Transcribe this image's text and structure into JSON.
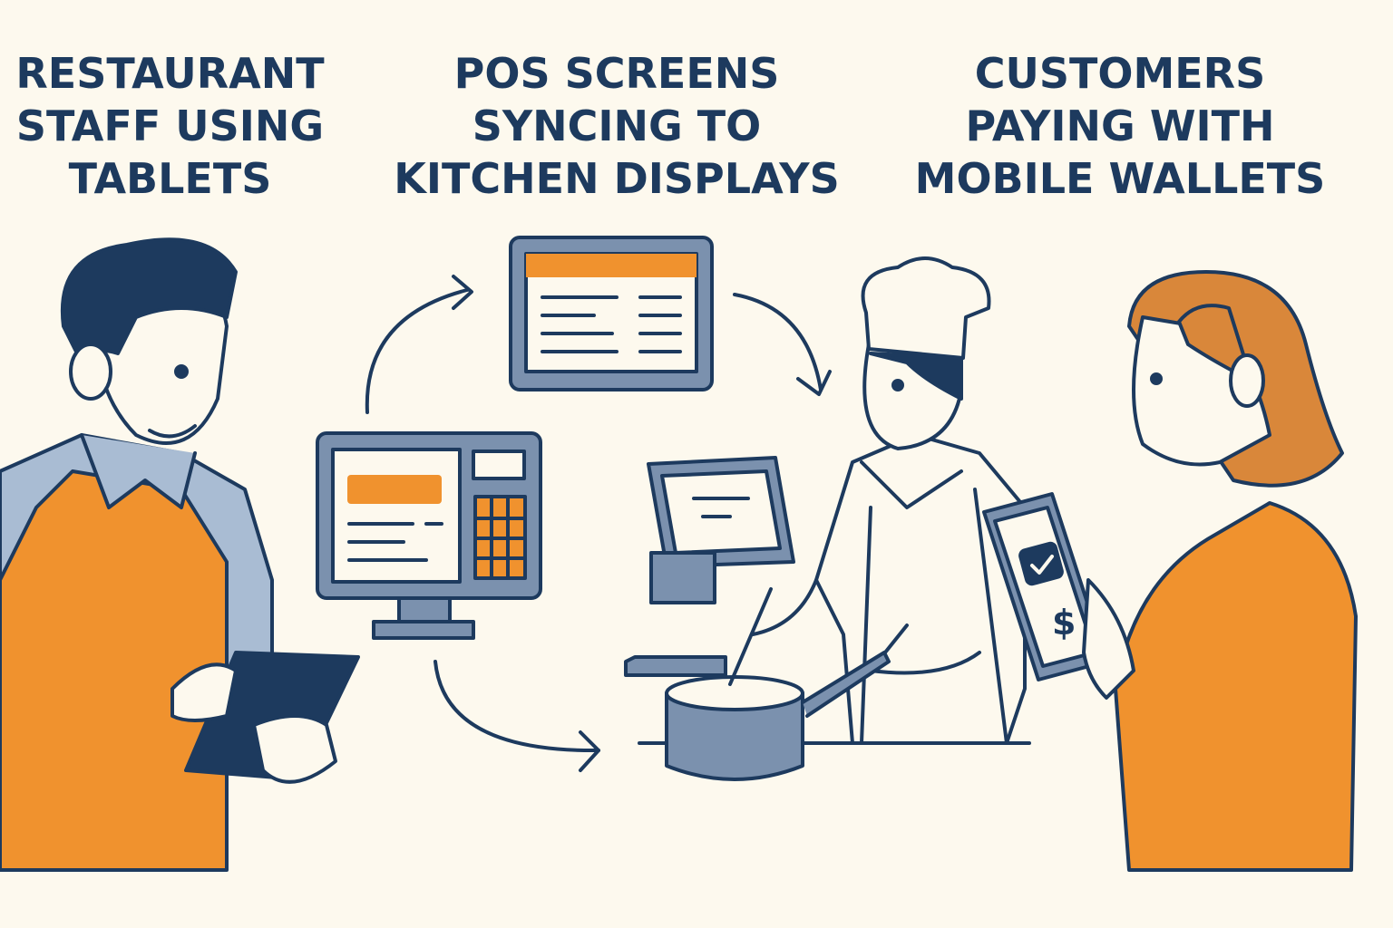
{
  "captions": [
    {
      "lines": [
        "RESTAURANT",
        "STAFF USING",
        "TABLETS"
      ]
    },
    {
      "lines": [
        "POS SCREENS",
        "SYNCING TO",
        "KITCHEN DISPLAYS"
      ]
    },
    {
      "lines": [
        "CUSTOMERS",
        "PAYING WITH",
        "MOBILE WALLETS"
      ]
    }
  ],
  "payment_symbol": "$",
  "colors": {
    "background": "#fdf9ee",
    "navy": "#1d3a5e",
    "orange": "#f0922e",
    "slate": "#7b91ae",
    "light_blue": "#a9bcd3",
    "hair_orange": "#d9873a"
  }
}
